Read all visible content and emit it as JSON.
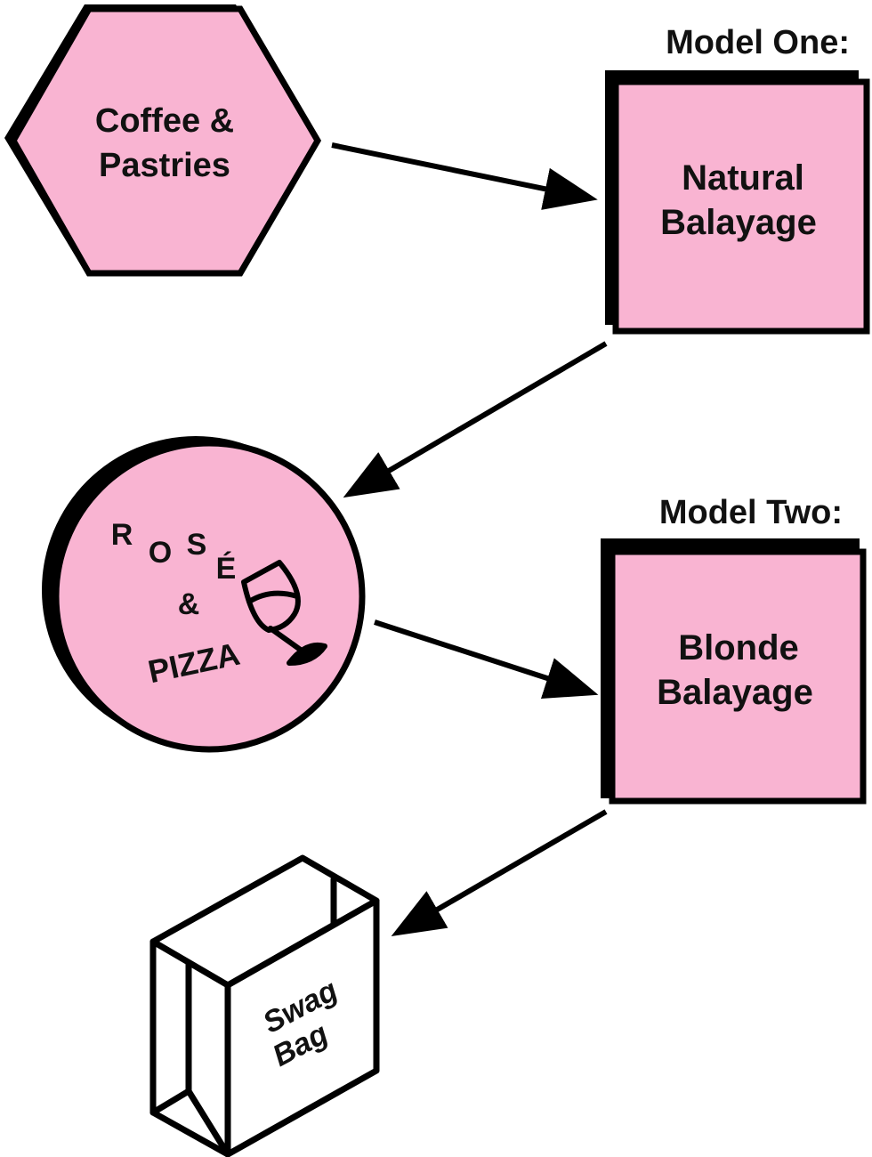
{
  "colors": {
    "fill": "#f9b4d2",
    "stroke": "#000000",
    "background": "#ffffff"
  },
  "hexagon": {
    "line1": "Coffee &",
    "line2": "Pastries"
  },
  "model_one": {
    "heading": "Model One:",
    "line1": "Natural",
    "line2": "Balayage"
  },
  "circle": {
    "r": "R",
    "o": "O",
    "s": "S",
    "e": "É",
    "amp": "&",
    "pizza": "PIZZA",
    "icon": "wine-glass-icon"
  },
  "model_two": {
    "heading": "Model Two:",
    "line1": "Blonde",
    "line2": "Balayage"
  },
  "bag": {
    "line1": "Swag",
    "line2": "Bag",
    "icon": "shopping-bag-icon"
  }
}
